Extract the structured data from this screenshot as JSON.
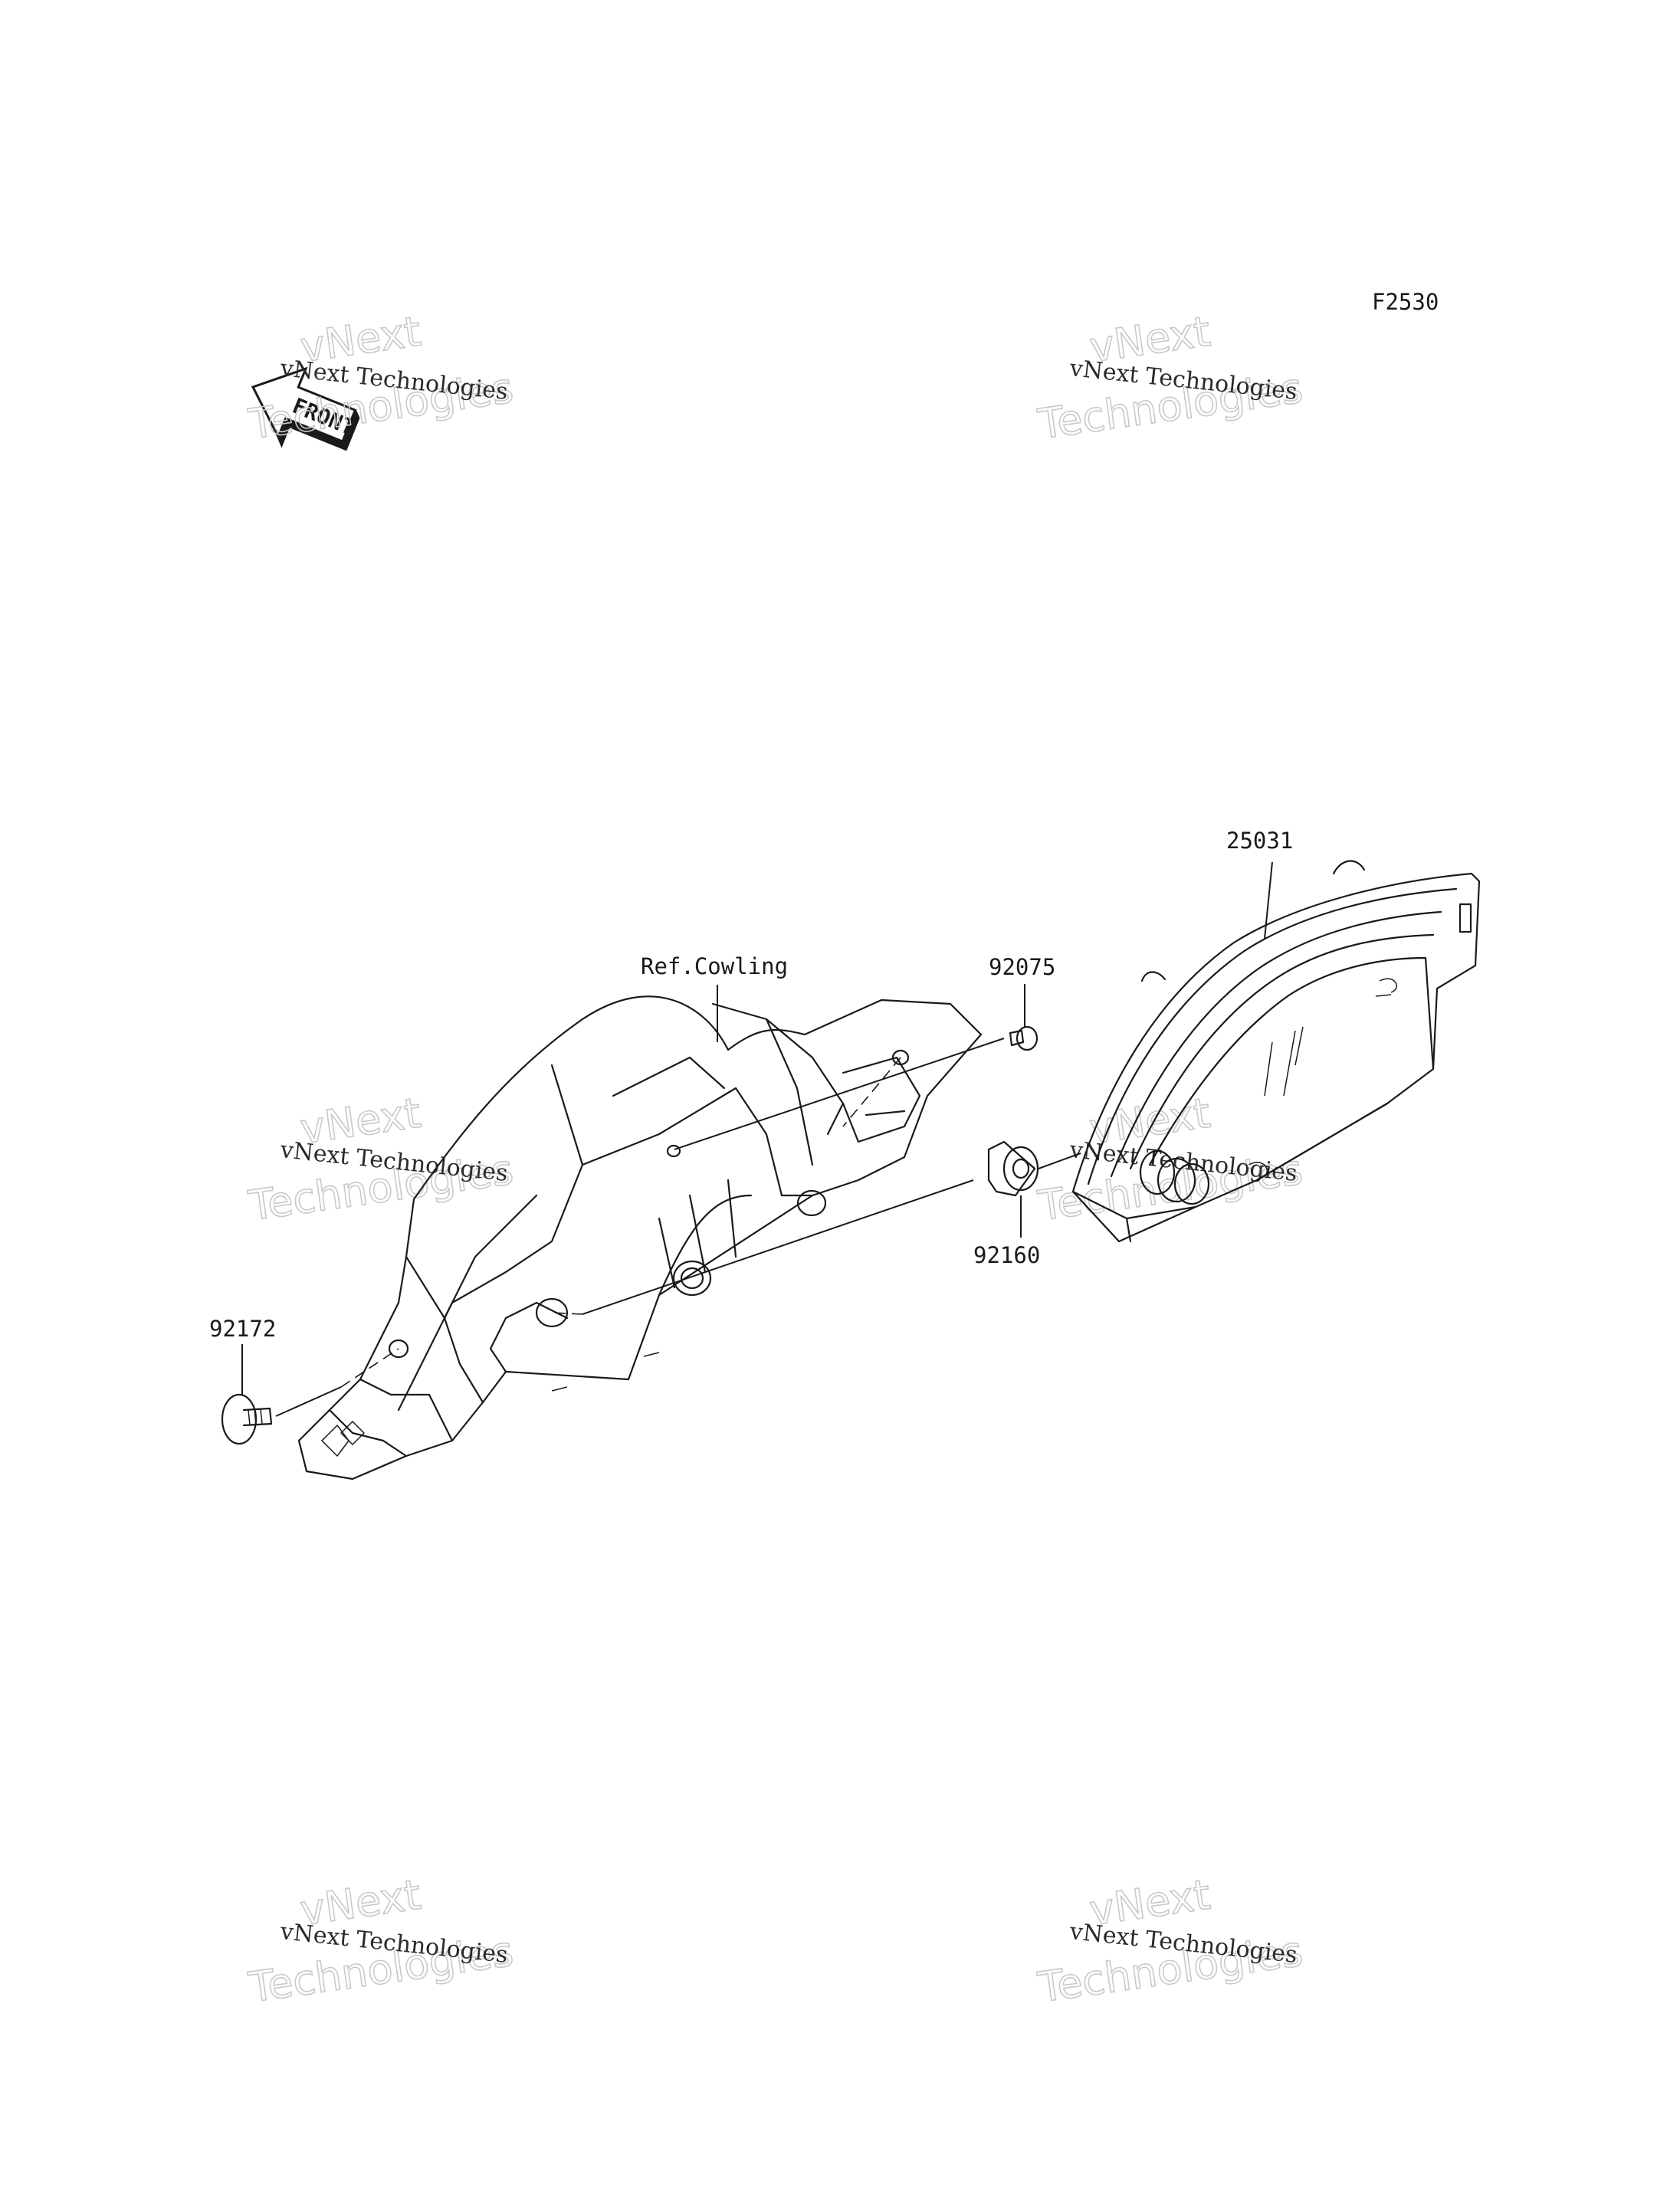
{
  "diagram": {
    "figure_code": "F2530",
    "front_arrow_text": "FRONT",
    "watermark": {
      "small": "vNext Technologies",
      "big_line1": "vNext",
      "big_line2": "Technologies"
    },
    "parts": {
      "meter": "25031",
      "reference": "Ref.Cowling",
      "screw": "92075",
      "damper": "92160",
      "bolt": "92172"
    }
  }
}
